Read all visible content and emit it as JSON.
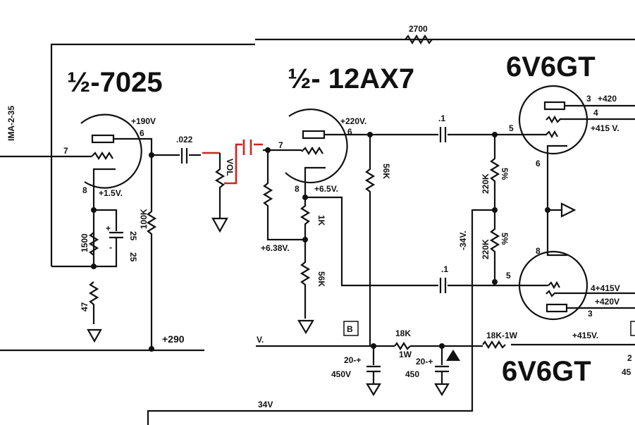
{
  "titles": {
    "tube1": "½-7025",
    "tube2": "½- 12AX7",
    "tube3": "6V6GT",
    "tube4": "6V6GT"
  },
  "side_label": "IMA-2-35",
  "labels": {
    "r_feedback": "2700",
    "t1_plate_v": "+190V",
    "t1_pin6": "6",
    "t1_pin7": "7",
    "t1_pin8": "8",
    "t1_cathode_v": "+1.5V.",
    "c_coupling1": ".022",
    "r_cathode1": "1500",
    "c_cathode_plus": "+",
    "c_cathode_minus": "-",
    "c_cathode_val1": "25",
    "c_cathode_val2": "25",
    "r_plate1": "100K",
    "r_47": "47",
    "supply_290": "+290",
    "vol": "VOL",
    "t2_plate_v": "+220V.",
    "t2_pin6": "6",
    "t2_pin7": "7",
    "t2_pin8": "8",
    "t2_cathode_v": "+6.5V.",
    "r_1k": "1K",
    "t2_bias_v": "+6.38V.",
    "r_56k_a": "56K",
    "r_56k_b": "56K",
    "c_01_a": ".1",
    "c_01_b": ".1",
    "r_220k_a": "220K",
    "r_220k_a_tol": "5%",
    "r_220k_b": "220K",
    "r_220k_b_tol": "5%",
    "bias_v": "-34V.",
    "t3_pin5": "5",
    "t3_pin6": "6",
    "t3_pin3": "3",
    "t3_pin4": "4",
    "t3_plate_v": "+420",
    "t3_screen_v": "+415 V.",
    "t4_pin5": "5",
    "t4_pin8": "8",
    "t4_pin3": "3",
    "t4_screen_v": "4+415V",
    "t4_plate_v": "+420V",
    "box_b": "B",
    "r_18k": "18K",
    "r_18k_w": "1W",
    "c_filter1": "20-+",
    "c_filter1_v": "450V",
    "c_filter2": "20-+",
    "c_filter2_v": "450",
    "r_18k_1w": "18K-1W",
    "supply_415": "+415V.",
    "supply_v_frag": "V.",
    "bias_34_frag": "34V",
    "right_frag_top": "2",
    "right_frag_bottom": "45"
  },
  "colors": {
    "ink": "#111111",
    "modification": "#d42020"
  }
}
